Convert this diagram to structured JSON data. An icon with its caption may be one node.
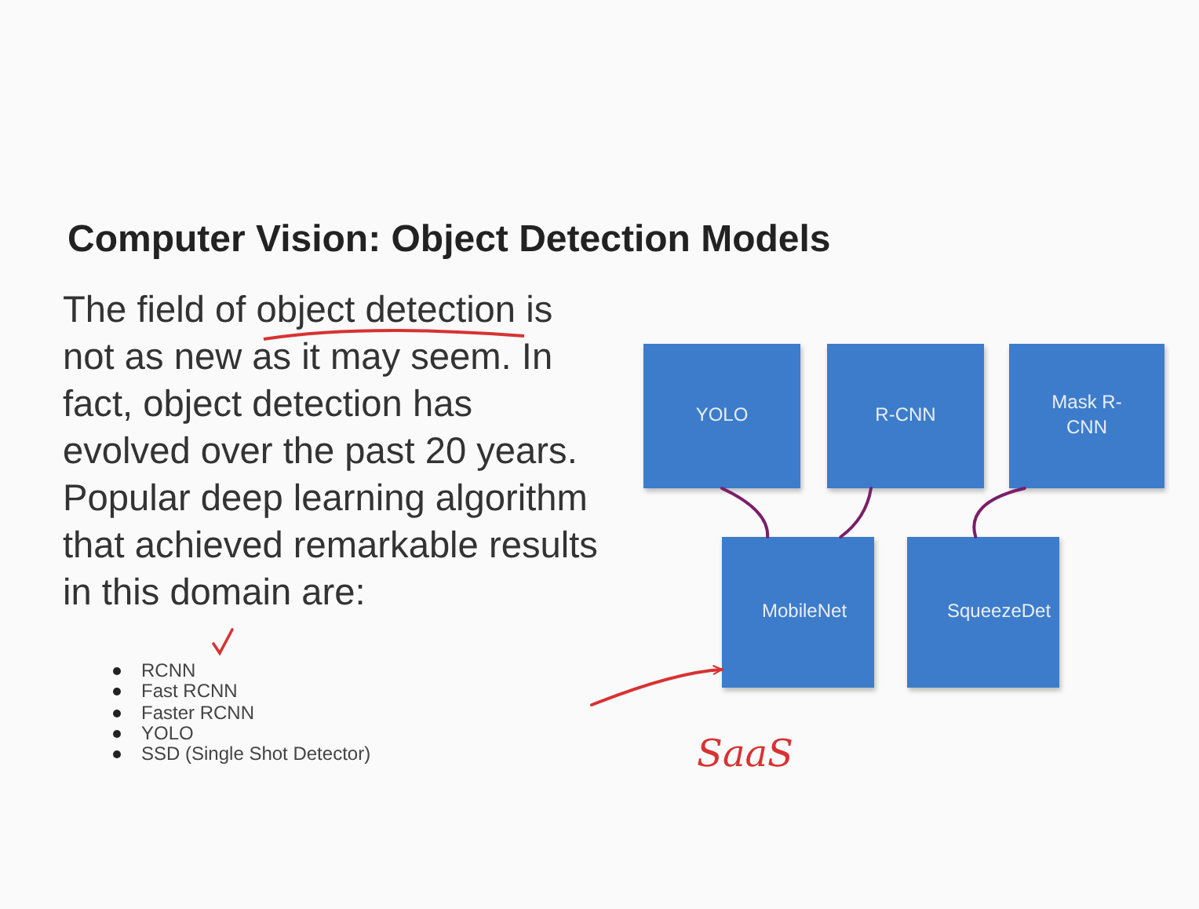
{
  "diagram": {
    "title": "Computer Vision: Object Detection Models",
    "nodes": [
      {
        "text": [
          "YOLO"
        ]
      },
      {
        "text": [
          "R-CNN"
        ]
      },
      {
        "text": [
          "Mask R-CNN"
        ]
      },
      {
        "text": [
          "MobileNet"
        ]
      },
      {
        "text": [
          "SqueezeDet"
        ]
      }
    ],
    "edges": [
      {
        "from": 0,
        "to": 3,
        "arrow": "none"
      },
      {
        "from": 1,
        "to": 3,
        "arrow": "none"
      },
      {
        "from": 2,
        "to": 4,
        "arrow": "none"
      },
      {
        "from": null,
        "to": 3,
        "arrow": "to",
        "color": "#d83232"
      }
    ],
    "labels": [
      "The field of object detection is not as new as it may seem. In fact, object detection has evolved over the past 20 years. Popular deep learning algorithm that achieved remarkable results in this domain are:",
      "RCNN",
      "Fast RCNN",
      "Faster RCNN",
      "YOLO",
      "SSD (Single Shot Detector)",
      "SaaS"
    ]
  }
}
